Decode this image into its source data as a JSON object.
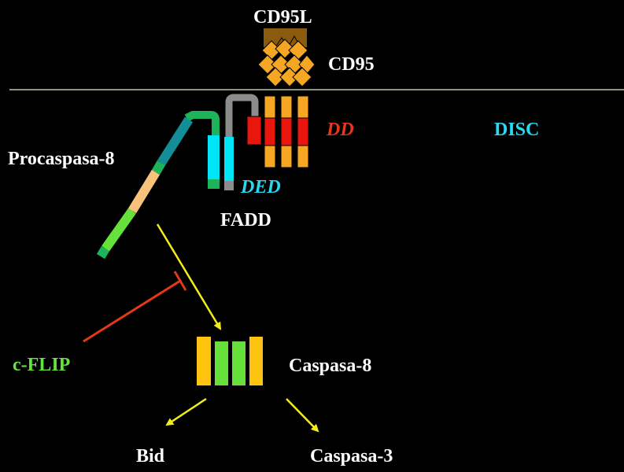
{
  "labels": {
    "cd95l": "CD95L",
    "cd95": "CD95",
    "dd": "DD",
    "disc": "DISC",
    "procaspasa8": "Procaspasa-8",
    "ded": "DED",
    "fadd": "FADD",
    "cflip": "c-FLIP",
    "caspasa8": "Caspasa-8",
    "bid": "Bid",
    "caspasa3": "Caspasa-3"
  },
  "colors": {
    "background": "#000000",
    "membrane": "#b8c99a",
    "ligand": "#8a5a0e",
    "receptor": "#f5a623",
    "death_domain": "#e8160c",
    "ded": "#00e5f5",
    "fadd_linker": "#8c8c8c",
    "procaspase_teal": "#138e96",
    "procaspase_green_joint": "#1cb35a",
    "procaspase_peach": "#f7c27a",
    "procaspase_lime": "#66e03a",
    "activation_arrow": "#f2ec1a",
    "inhibition": "#e03a17",
    "caspase_yellow": "#ffc20e",
    "caspase_green": "#66e03a"
  }
}
